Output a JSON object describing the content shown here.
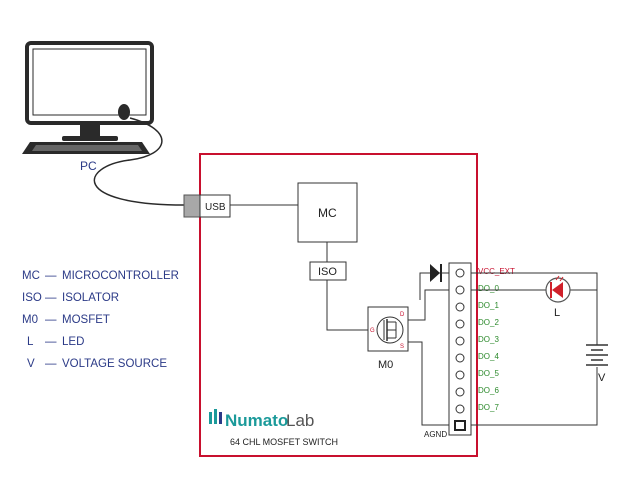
{
  "pc_label": "PC",
  "usb_label": "USB",
  "mc_label": "MC",
  "iso_label": "ISO",
  "mosfet_label": "M0",
  "mosfet_pins": {
    "drain": "D",
    "gate": "G",
    "source": "S"
  },
  "led_label": "L",
  "voltage_label": "V",
  "agnd_label": "AGND",
  "terminals": [
    "VCC_EXT",
    "DO_0",
    "DO_1",
    "DO_2",
    "DO_3",
    "DO_4",
    "DO_5",
    "DO_6",
    "DO_7"
  ],
  "legend": [
    {
      "abbr": "MC",
      "meaning": "MICROCONTROLLER"
    },
    {
      "abbr": "ISO",
      "meaning": "ISOLATOR"
    },
    {
      "abbr": "M0",
      "meaning": "MOSFET"
    },
    {
      "abbr": "L",
      "meaning": "LED"
    },
    {
      "abbr": "V",
      "meaning": "VOLTAGE SOURCE"
    }
  ],
  "legend_dash": "—",
  "brand": {
    "name_part1": "Numato",
    "name_part2": "Lab",
    "product": "64 CHL MOSFET SWITCH"
  },
  "colors": {
    "board_border": "#c8102e",
    "label_navy": "#2b3a87",
    "terminal_green": "#2c8a2c",
    "led_red": "#d0202a",
    "brand_teal": "#1b9a9a",
    "brand_gray": "#555555"
  },
  "icons": [
    "desktop-computer-icon",
    "mouse-icon",
    "diode-icon",
    "led-icon",
    "battery-icon",
    "mosfet-icon"
  ]
}
